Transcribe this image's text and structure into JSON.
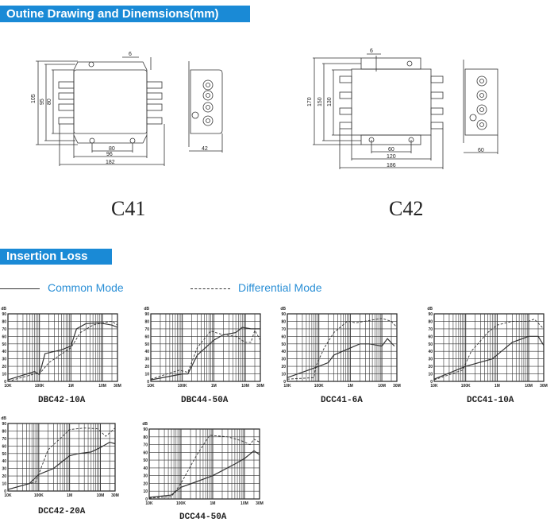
{
  "sections": {
    "outline_title": "Outine Drawing and Dinemsions(mm)",
    "insertion_title": "Insertion Loss"
  },
  "legend": {
    "common": "Common Mode",
    "differential": "Differential Mode",
    "accent_color": "#2a8fd6"
  },
  "drawings": {
    "c41": {
      "label": "C41",
      "dims": {
        "h_total": "105",
        "h_mid": "95",
        "h_inner": "80",
        "w_holes": "80",
        "w_body": "96",
        "w_total": "182",
        "depth": "42",
        "tab": "6"
      }
    },
    "c42": {
      "label": "C42",
      "dims": {
        "h_total": "170",
        "h_mid": "150",
        "h_inner": "130",
        "w_holes": "60",
        "w_body": "120",
        "w_total": "186",
        "depth": "60",
        "tab": "6"
      }
    }
  },
  "chart_data": [
    {
      "type": "line",
      "title": "DBC42-10A",
      "ylabel": "dB",
      "xscale": "log",
      "xlim": [
        10000,
        30000000
      ],
      "ylim": [
        0,
        90
      ],
      "grid": true,
      "xticks": [
        "10K",
        "100K",
        "1M",
        "10M",
        "30M"
      ],
      "yticks": [
        "0",
        "10",
        "20",
        "30",
        "40",
        "50",
        "60",
        "70",
        "80",
        "90"
      ],
      "series": [
        {
          "name": "Common Mode",
          "style": "solid",
          "points": [
            [
              10000.0,
              2
            ],
            [
              70000.0,
              13
            ],
            [
              100000.0,
              9
            ],
            [
              150000.0,
              37
            ],
            [
              500000.0,
              42
            ],
            [
              1000000.0,
              47
            ],
            [
              1500000.0,
              70
            ],
            [
              3000000.0,
              77
            ],
            [
              8000000.0,
              78
            ],
            [
              20000000.0,
              75
            ],
            [
              30000000.0,
              72
            ]
          ]
        },
        {
          "name": "Differential Mode",
          "style": "dashed",
          "points": [
            [
              10000.0,
              0
            ],
            [
              70000.0,
              10
            ],
            [
              100000.0,
              10
            ],
            [
              200000.0,
              25
            ],
            [
              1000000.0,
              45
            ],
            [
              2000000.0,
              65
            ],
            [
              5000000.0,
              75
            ],
            [
              10000000.0,
              78
            ],
            [
              20000000.0,
              80
            ],
            [
              30000000.0,
              75
            ]
          ]
        }
      ]
    },
    {
      "type": "line",
      "title": "DBC44-50A",
      "ylabel": "dB",
      "xscale": "log",
      "xlim": [
        10000,
        30000000
      ],
      "ylim": [
        0,
        90
      ],
      "grid": true,
      "xticks": [
        "10K",
        "100K",
        "1M",
        "10M",
        "30M"
      ],
      "yticks": [
        "0",
        "10",
        "20",
        "30",
        "40",
        "50",
        "60",
        "70",
        "80",
        "90"
      ],
      "series": [
        {
          "name": "Common Mode",
          "style": "solid",
          "points": [
            [
              10000.0,
              2
            ],
            [
              100000.0,
              10
            ],
            [
              150000.0,
              10
            ],
            [
              300000.0,
              35
            ],
            [
              1000000.0,
              55
            ],
            [
              2000000.0,
              62
            ],
            [
              5000000.0,
              65
            ],
            [
              8000000.0,
              72
            ],
            [
              15000000.0,
              70
            ],
            [
              30000000.0,
              70
            ]
          ]
        },
        {
          "name": "Differential Mode",
          "style": "dashed",
          "points": [
            [
              10000.0,
              3
            ],
            [
              80000.0,
              15
            ],
            [
              150000.0,
              12
            ],
            [
              300000.0,
              45
            ],
            [
              800000.0,
              67
            ],
            [
              2000000.0,
              62
            ],
            [
              5000000.0,
              60
            ],
            [
              10000000.0,
              52
            ],
            [
              15000000.0,
              52
            ],
            [
              20000000.0,
              68
            ],
            [
              30000000.0,
              55
            ]
          ]
        }
      ]
    },
    {
      "type": "line",
      "title": "DCC41-6A",
      "ylabel": "dB",
      "xscale": "log",
      "xlim": [
        10000,
        30000000
      ],
      "ylim": [
        0,
        90
      ],
      "grid": true,
      "xticks": [
        "10K",
        "100K",
        "1M",
        "10M",
        "30M"
      ],
      "yticks": [
        "0",
        "10",
        "20",
        "30",
        "40",
        "50",
        "60",
        "70",
        "80",
        "90"
      ],
      "series": [
        {
          "name": "Common Mode",
          "style": "solid",
          "points": [
            [
              10000.0,
              5
            ],
            [
              100000.0,
              20
            ],
            [
              200000.0,
              25
            ],
            [
              300000.0,
              35
            ],
            [
              2000000.0,
              50
            ],
            [
              4000000.0,
              50
            ],
            [
              10000000.0,
              47
            ],
            [
              15000000.0,
              57
            ],
            [
              25000000.0,
              47
            ]
          ]
        },
        {
          "name": "Differential Mode",
          "style": "dashed",
          "points": [
            [
              10000.0,
              3
            ],
            [
              70000.0,
              5
            ],
            [
              80000.0,
              20
            ],
            [
              150000.0,
              45
            ],
            [
              300000.0,
              65
            ],
            [
              800000.0,
              80
            ],
            [
              1500000.0,
              78
            ],
            [
              10000000.0,
              84
            ],
            [
              20000000.0,
              80
            ],
            [
              30000000.0,
              72
            ]
          ]
        }
      ]
    },
    {
      "type": "line",
      "title": "DCC41-10A",
      "ylabel": "dB",
      "xscale": "log",
      "xlim": [
        10000,
        30000000
      ],
      "ylim": [
        0,
        90
      ],
      "grid": true,
      "xticks": [
        "10K",
        "100K",
        "1M",
        "10M",
        "30M"
      ],
      "yticks": [
        "0",
        "10",
        "20",
        "30",
        "40",
        "50",
        "60",
        "70",
        "80",
        "90"
      ],
      "series": [
        {
          "name": "Common Mode",
          "style": "solid",
          "points": [
            [
              10000.0,
              3
            ],
            [
              100000.0,
              20
            ],
            [
              700000.0,
              30
            ],
            [
              3000000.0,
              52
            ],
            [
              10000000.0,
              60
            ],
            [
              20000000.0,
              60
            ],
            [
              30000000.0,
              48
            ]
          ]
        },
        {
          "name": "Differential Mode",
          "style": "dashed",
          "points": [
            [
              10000.0,
              2
            ],
            [
              80000.0,
              15
            ],
            [
              150000.0,
              40
            ],
            [
              500000.0,
              65
            ],
            [
              1000000.0,
              75
            ],
            [
              3000000.0,
              80
            ],
            [
              10000000.0,
              80
            ],
            [
              15000000.0,
              83
            ],
            [
              30000000.0,
              70
            ]
          ]
        }
      ]
    },
    {
      "type": "line",
      "title": "DCC42-20A",
      "ylabel": "dB",
      "xscale": "log",
      "xlim": [
        10000,
        30000000
      ],
      "ylim": [
        0,
        90
      ],
      "grid": true,
      "xticks": [
        "10K",
        "100K",
        "1M",
        "10M",
        "30M"
      ],
      "yticks": [
        "0",
        "10",
        "20",
        "30",
        "40",
        "50",
        "60",
        "70",
        "80",
        "90"
      ],
      "series": [
        {
          "name": "Common Mode",
          "style": "solid",
          "points": [
            [
              10000.0,
              2
            ],
            [
              50000.0,
              10
            ],
            [
              100000.0,
              22
            ],
            [
              300000.0,
              30
            ],
            [
              1000000.0,
              47
            ],
            [
              2000000.0,
              50
            ],
            [
              5000000.0,
              52
            ],
            [
              10000000.0,
              58
            ],
            [
              20000000.0,
              65
            ],
            [
              30000000.0,
              63
            ]
          ]
        },
        {
          "name": "Differential Mode",
          "style": "dashed",
          "points": [
            [
              10000.0,
              2
            ],
            [
              50000.0,
              10
            ],
            [
              80000.0,
              12
            ],
            [
              200000.0,
              55
            ],
            [
              500000.0,
              70
            ],
            [
              1000000.0,
              82
            ],
            [
              3000000.0,
              84
            ],
            [
              8000000.0,
              83
            ],
            [
              15000000.0,
              73
            ],
            [
              30000000.0,
              84
            ]
          ]
        }
      ]
    },
    {
      "type": "line",
      "title": "DCC44-50A",
      "ylabel": "dB",
      "xscale": "log",
      "xlim": [
        10000,
        30000000
      ],
      "ylim": [
        0,
        90
      ],
      "grid": true,
      "xticks": [
        "10K",
        "100K",
        "1M",
        "10M",
        "30M"
      ],
      "yticks": [
        "0",
        "10",
        "20",
        "30",
        "40",
        "50",
        "60",
        "70",
        "80",
        "90"
      ],
      "series": [
        {
          "name": "Common Mode",
          "style": "solid",
          "points": [
            [
              10000.0,
              2
            ],
            [
              50000.0,
              5
            ],
            [
              100000.0,
              15
            ],
            [
              300000.0,
              22
            ],
            [
              1000000.0,
              30
            ],
            [
              5000000.0,
              45
            ],
            [
              10000000.0,
              52
            ],
            [
              20000000.0,
              62
            ],
            [
              30000000.0,
              57
            ]
          ]
        },
        {
          "name": "Differential Mode",
          "style": "dashed",
          "points": [
            [
              10000.0,
              1
            ],
            [
              50000.0,
              3
            ],
            [
              100000.0,
              20
            ],
            [
              300000.0,
              55
            ],
            [
              800000.0,
              82
            ],
            [
              3000000.0,
              80
            ],
            [
              8000000.0,
              75
            ],
            [
              15000000.0,
              70
            ],
            [
              20000000.0,
              77
            ],
            [
              30000000.0,
              73
            ]
          ]
        }
      ]
    }
  ]
}
